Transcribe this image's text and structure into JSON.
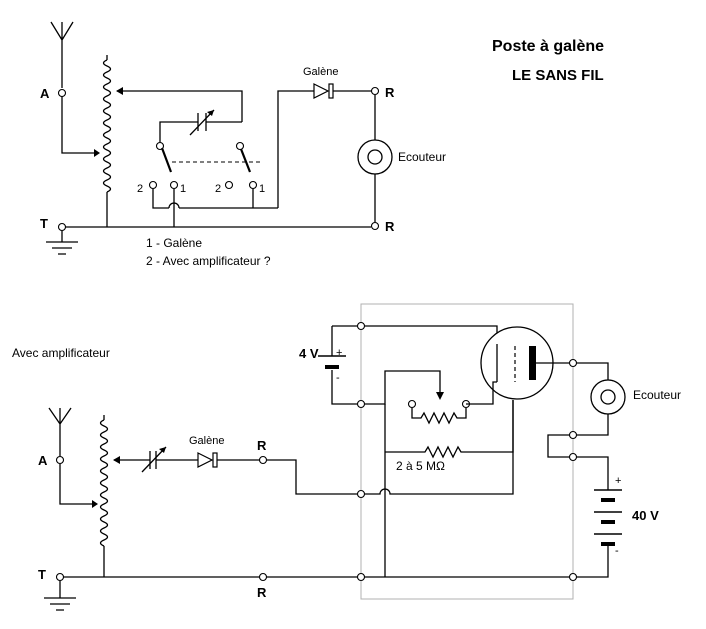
{
  "title": {
    "line1": "Poste à galène",
    "line2": "LE SANS FIL"
  },
  "top_circuit": {
    "label_A": "A",
    "label_T": "T",
    "label_R_top": "R",
    "label_R_bottom": "R",
    "detector_label": "Galène",
    "earphone_label": "Ecouteur",
    "switch_left_2": "2",
    "switch_left_1": "1",
    "switch_right_2": "2",
    "switch_right_1": "1",
    "legend_1": "1 - Galène",
    "legend_2": "2 - Avec amplificateur ?"
  },
  "bottom_circuit": {
    "section_label": "Avec amplificateur",
    "label_A": "A",
    "label_T": "T",
    "label_R_top": "R",
    "label_R_bottom": "R",
    "detector_label": "Galène",
    "earphone_label": "Ecouteur",
    "battery_4v": "4 V",
    "battery_40v": "40 V",
    "plus_4v": "+",
    "minus_4v": "-",
    "plus_40v": "+",
    "minus_40v": "-",
    "resistor_label": "2 à 5 MΩ"
  }
}
